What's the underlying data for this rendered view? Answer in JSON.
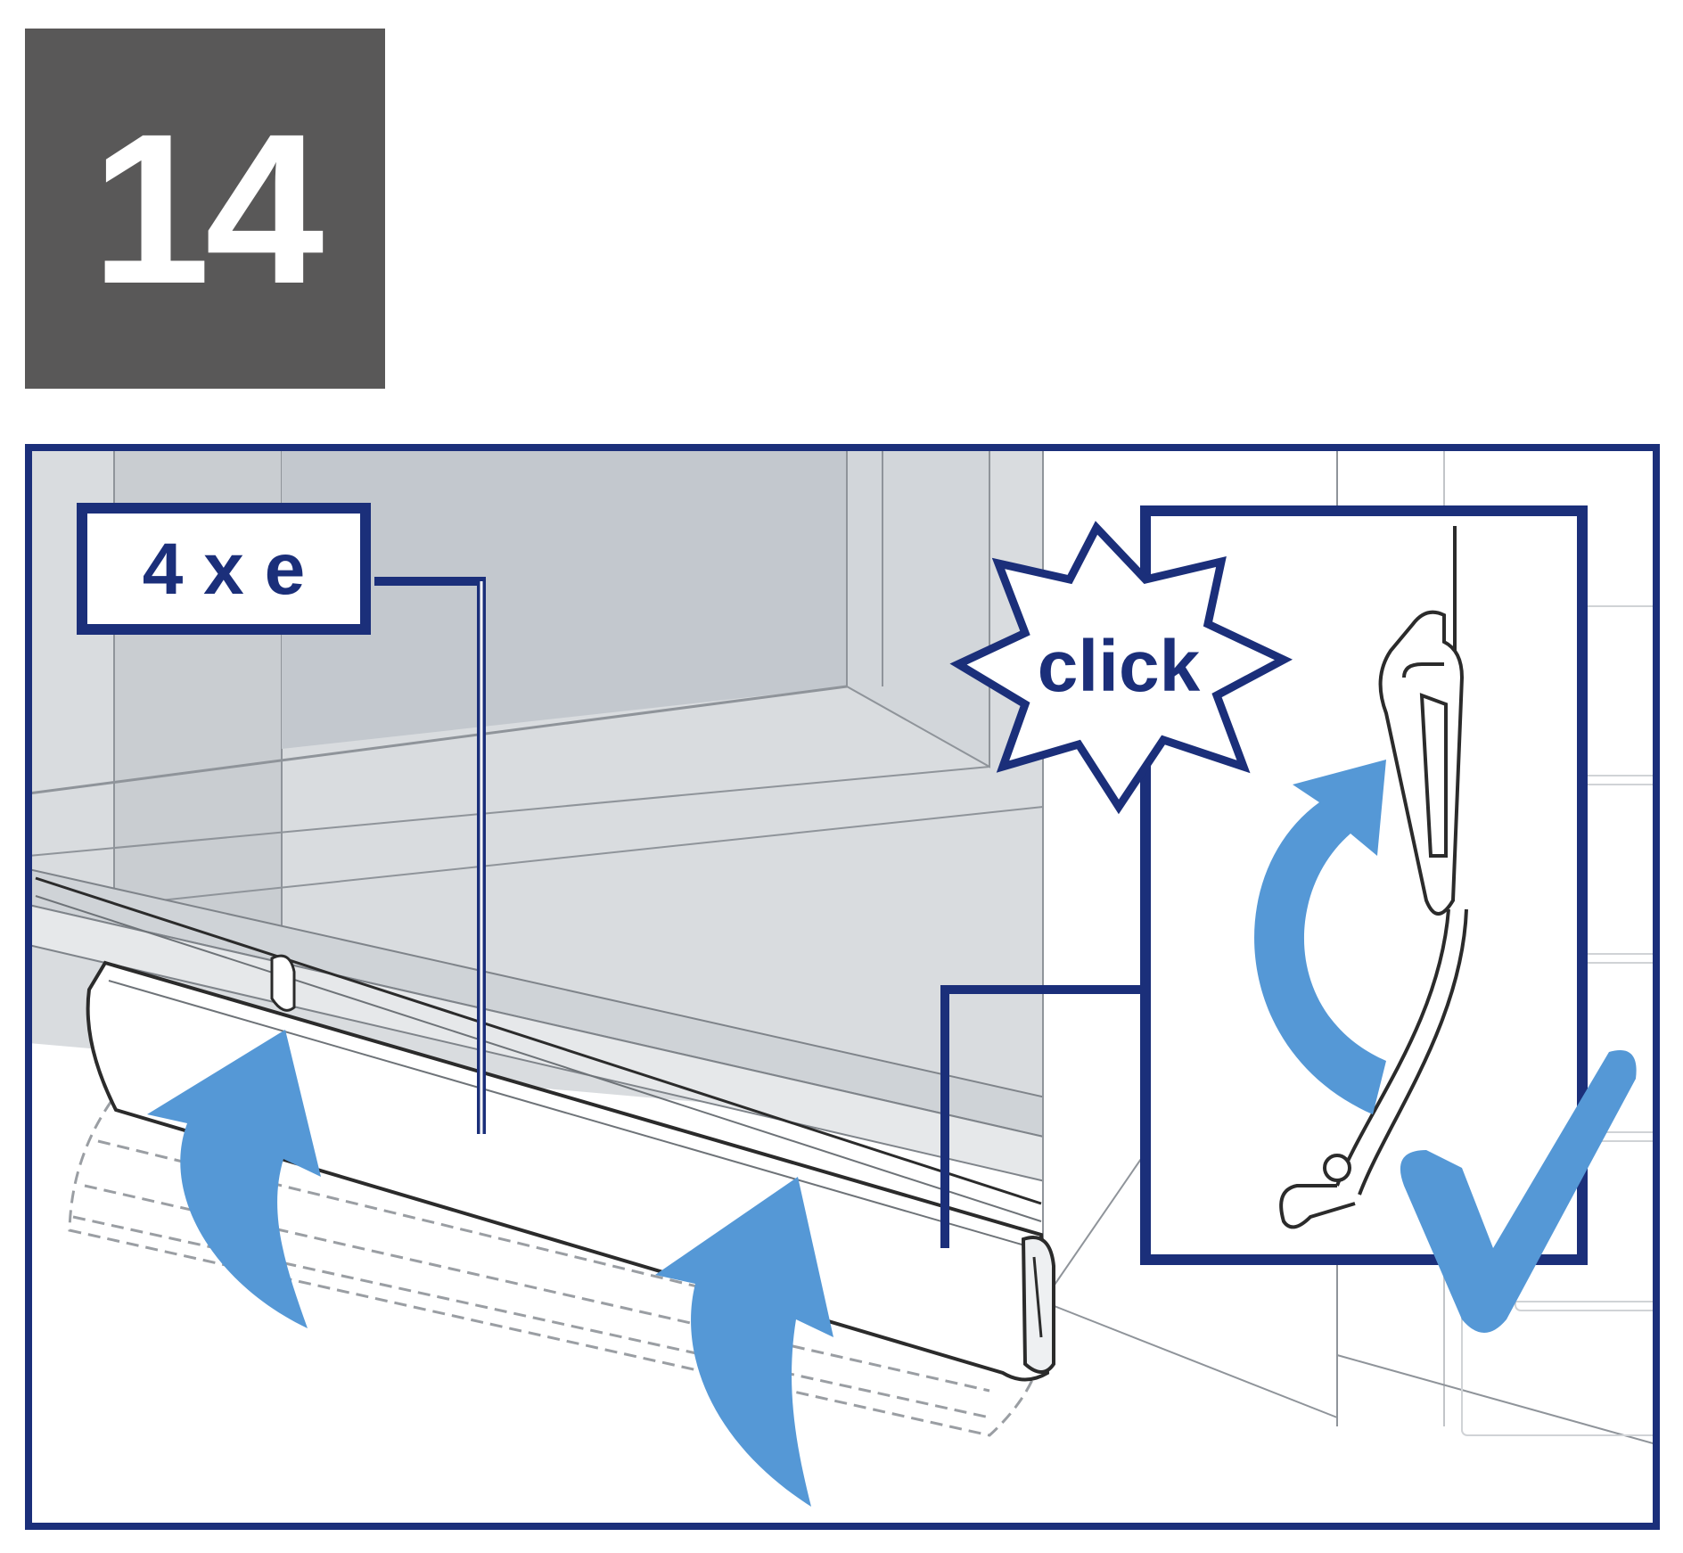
{
  "step": {
    "number": "14"
  },
  "callouts": {
    "quantity": "4 x e",
    "sound": "click"
  },
  "icons": {
    "arrow": "curved-up-arrow-icon",
    "burst": "starburst-icon",
    "confirm": "checkmark-icon"
  },
  "colors": {
    "badge": "#595858",
    "frame": "#1b2f7a",
    "arrow": "#5598d6",
    "wall": "#d9dcdf",
    "glass": "#c8ccd1"
  }
}
